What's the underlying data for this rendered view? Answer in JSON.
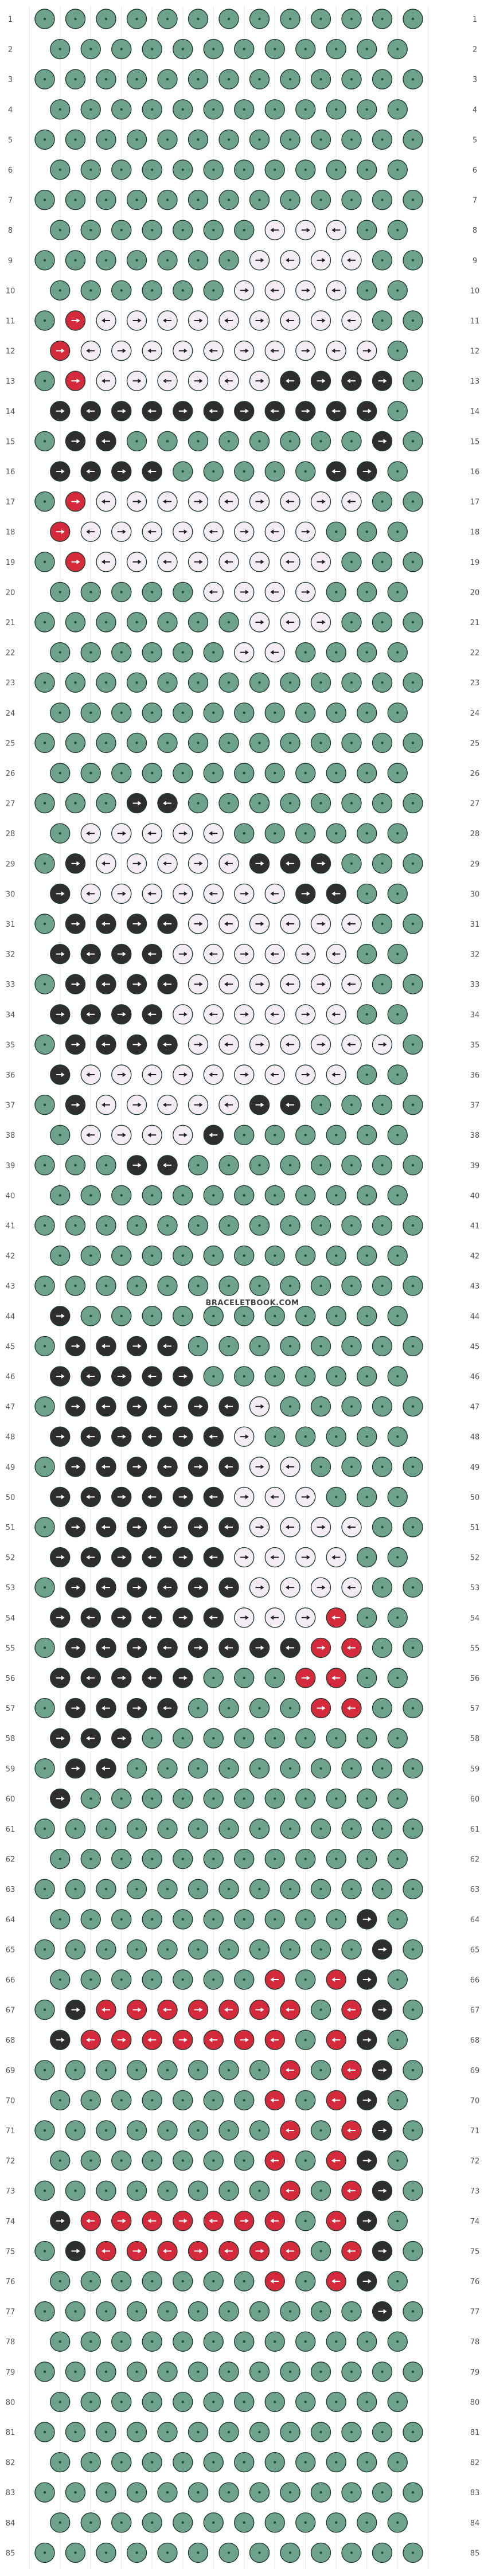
{
  "watermark": "BRACELETBOOK.COM",
  "row_count": 85,
  "colors": {
    "background": "#ffffff",
    "grid_line": "#cfcfcf",
    "A": "#6fa28c",
    "B": "#f4ecf5",
    "C": "#2e2e2e",
    "D": "#d42a3c",
    "knot_border": "#1f3a2e"
  },
  "strings": [
    "A",
    "A",
    "A",
    "A",
    "A",
    "A",
    "A",
    "A",
    "A",
    "A",
    "A",
    "A",
    "A",
    "A"
  ],
  "overlay": [
    {
      "row": 8,
      "from": 8,
      "to": 10,
      "color": "B"
    },
    {
      "row": 9,
      "from": 7,
      "to": 10,
      "color": "B"
    },
    {
      "row": 10,
      "from": 7,
      "to": 10,
      "color": "B"
    },
    {
      "row": 11,
      "from": 1,
      "to": 1,
      "color": "D"
    },
    {
      "row": 11,
      "from": 2,
      "to": 10,
      "color": "B"
    },
    {
      "row": 12,
      "from": 1,
      "to": 1,
      "color": "D"
    },
    {
      "row": 12,
      "from": 2,
      "to": 11,
      "color": "B"
    },
    {
      "row": 13,
      "from": 1,
      "to": 1,
      "color": "D"
    },
    {
      "row": 13,
      "from": 2,
      "to": 8,
      "color": "B"
    },
    {
      "row": 13,
      "from": 8,
      "to": 11,
      "color": "C"
    },
    {
      "row": 14,
      "from": 1,
      "to": 11,
      "color": "C"
    },
    {
      "row": 15,
      "from": 1,
      "to": 2,
      "color": "C"
    },
    {
      "row": 15,
      "from": 11,
      "to": 11,
      "color": "C"
    },
    {
      "row": 16,
      "from": 1,
      "to": 4,
      "color": "C"
    },
    {
      "row": 16,
      "from": 10,
      "to": 11,
      "color": "C"
    },
    {
      "row": 17,
      "from": 1,
      "to": 1,
      "color": "D"
    },
    {
      "row": 17,
      "from": 2,
      "to": 10,
      "color": "B"
    },
    {
      "row": 18,
      "from": 1,
      "to": 1,
      "color": "D"
    },
    {
      "row": 18,
      "from": 2,
      "to": 9,
      "color": "B"
    },
    {
      "row": 19,
      "from": 1,
      "to": 1,
      "color": "D"
    },
    {
      "row": 19,
      "from": 2,
      "to": 9,
      "color": "B"
    },
    {
      "row": 20,
      "from": 6,
      "to": 9,
      "color": "B"
    },
    {
      "row": 21,
      "from": 7,
      "to": 9,
      "color": "B"
    },
    {
      "row": 22,
      "from": 7,
      "to": 8,
      "color": "B"
    },
    {
      "row": 27,
      "from": 3,
      "to": 4,
      "color": "C"
    },
    {
      "row": 28,
      "from": 2,
      "to": 6,
      "color": "B"
    },
    {
      "row": 29,
      "from": 1,
      "to": 1,
      "color": "C"
    },
    {
      "row": 29,
      "from": 2,
      "to": 6,
      "color": "B"
    },
    {
      "row": 29,
      "from": 7,
      "to": 9,
      "color": "C"
    },
    {
      "row": 30,
      "from": 1,
      "to": 1,
      "color": "C"
    },
    {
      "row": 30,
      "from": 2,
      "to": 8,
      "color": "B"
    },
    {
      "row": 30,
      "from": 9,
      "to": 10,
      "color": "C"
    },
    {
      "row": 31,
      "from": 1,
      "to": 4,
      "color": "C"
    },
    {
      "row": 31,
      "from": 5,
      "to": 10,
      "color": "B"
    },
    {
      "row": 32,
      "from": 1,
      "to": 4,
      "color": "C"
    },
    {
      "row": 32,
      "from": 5,
      "to": 10,
      "color": "B"
    },
    {
      "row": 33,
      "from": 1,
      "to": 4,
      "color": "C"
    },
    {
      "row": 33,
      "from": 5,
      "to": 10,
      "color": "B"
    },
    {
      "row": 34,
      "from": 1,
      "to": 4,
      "color": "C"
    },
    {
      "row": 34,
      "from": 5,
      "to": 10,
      "color": "B"
    },
    {
      "row": 35,
      "from": 1,
      "to": 4,
      "color": "C"
    },
    {
      "row": 35,
      "from": 5,
      "to": 11,
      "color": "B"
    },
    {
      "row": 36,
      "from": 1,
      "to": 1,
      "color": "C"
    },
    {
      "row": 36,
      "from": 2,
      "to": 10,
      "color": "B"
    },
    {
      "row": 37,
      "from": 1,
      "to": 1,
      "color": "C"
    },
    {
      "row": 37,
      "from": 2,
      "to": 6,
      "color": "B"
    },
    {
      "row": 37,
      "from": 7,
      "to": 8,
      "color": "C"
    },
    {
      "row": 38,
      "from": 2,
      "to": 5,
      "color": "B"
    },
    {
      "row": 38,
      "from": 6,
      "to": 6,
      "color": "C"
    },
    {
      "row": 39,
      "from": 3,
      "to": 4,
      "color": "C"
    },
    {
      "row": 44,
      "from": 1,
      "to": 1,
      "color": "C"
    },
    {
      "row": 45,
      "from": 1,
      "to": 4,
      "color": "C"
    },
    {
      "row": 46,
      "from": 1,
      "to": 5,
      "color": "C"
    },
    {
      "row": 47,
      "from": 1,
      "to": 6,
      "color": "C"
    },
    {
      "row": 47,
      "from": 7,
      "to": 7,
      "color": "B"
    },
    {
      "row": 48,
      "from": 1,
      "to": 6,
      "color": "C"
    },
    {
      "row": 48,
      "from": 7,
      "to": 7,
      "color": "B"
    },
    {
      "row": 49,
      "from": 1,
      "to": 6,
      "color": "C"
    },
    {
      "row": 49,
      "from": 7,
      "to": 8,
      "color": "B"
    },
    {
      "row": 50,
      "from": 1,
      "to": 6,
      "color": "C"
    },
    {
      "row": 50,
      "from": 7,
      "to": 9,
      "color": "B"
    },
    {
      "row": 51,
      "from": 1,
      "to": 6,
      "color": "C"
    },
    {
      "row": 51,
      "from": 7,
      "to": 10,
      "color": "B"
    },
    {
      "row": 52,
      "from": 1,
      "to": 6,
      "color": "C"
    },
    {
      "row": 52,
      "from": 7,
      "to": 10,
      "color": "B"
    },
    {
      "row": 53,
      "from": 1,
      "to": 6,
      "color": "C"
    },
    {
      "row": 53,
      "from": 7,
      "to": 10,
      "color": "B"
    },
    {
      "row": 54,
      "from": 1,
      "to": 6,
      "color": "C"
    },
    {
      "row": 54,
      "from": 7,
      "to": 9,
      "color": "B"
    },
    {
      "row": 54,
      "from": 10,
      "to": 10,
      "color": "D"
    },
    {
      "row": 55,
      "from": 1,
      "to": 7,
      "color": "C"
    },
    {
      "row": 55,
      "from": 8,
      "to": 8,
      "color": "C"
    },
    {
      "row": 55,
      "from": 9,
      "to": 10,
      "color": "D"
    },
    {
      "row": 56,
      "from": 1,
      "to": 5,
      "color": "C"
    },
    {
      "row": 56,
      "from": 9,
      "to": 10,
      "color": "D"
    },
    {
      "row": 57,
      "from": 1,
      "to": 4,
      "color": "C"
    },
    {
      "row": 57,
      "from": 9,
      "to": 10,
      "color": "D"
    },
    {
      "row": 58,
      "from": 1,
      "to": 3,
      "color": "C"
    },
    {
      "row": 59,
      "from": 1,
      "to": 2,
      "color": "C"
    },
    {
      "row": 60,
      "from": 1,
      "to": 1,
      "color": "C"
    },
    {
      "row": 64,
      "from": 11,
      "to": 11,
      "color": "C"
    },
    {
      "row": 65,
      "from": 11,
      "to": 11,
      "color": "C"
    },
    {
      "row": 66,
      "from": 8,
      "to": 8,
      "color": "D"
    },
    {
      "row": 66,
      "from": 10,
      "to": 10,
      "color": "D"
    },
    {
      "row": 66,
      "from": 11,
      "to": 11,
      "color": "C"
    },
    {
      "row": 67,
      "from": 1,
      "to": 1,
      "color": "C"
    },
    {
      "row": 67,
      "from": 2,
      "to": 8,
      "color": "D"
    },
    {
      "row": 67,
      "from": 10,
      "to": 10,
      "color": "D"
    },
    {
      "row": 67,
      "from": 11,
      "to": 11,
      "color": "C"
    },
    {
      "row": 68,
      "from": 1,
      "to": 1,
      "color": "C"
    },
    {
      "row": 68,
      "from": 2,
      "to": 8,
      "color": "D"
    },
    {
      "row": 68,
      "from": 10,
      "to": 10,
      "color": "D"
    },
    {
      "row": 68,
      "from": 11,
      "to": 11,
      "color": "C"
    },
    {
      "row": 69,
      "from": 8,
      "to": 8,
      "color": "D"
    },
    {
      "row": 69,
      "from": 10,
      "to": 10,
      "color": "D"
    },
    {
      "row": 69,
      "from": 11,
      "to": 11,
      "color": "C"
    },
    {
      "row": 70,
      "from": 8,
      "to": 8,
      "color": "D"
    },
    {
      "row": 70,
      "from": 10,
      "to": 10,
      "color": "D"
    },
    {
      "row": 70,
      "from": 11,
      "to": 11,
      "color": "C"
    },
    {
      "row": 71,
      "from": 8,
      "to": 8,
      "color": "D"
    },
    {
      "row": 71,
      "from": 10,
      "to": 10,
      "color": "D"
    },
    {
      "row": 71,
      "from": 11,
      "to": 11,
      "color": "C"
    },
    {
      "row": 72,
      "from": 8,
      "to": 8,
      "color": "D"
    },
    {
      "row": 72,
      "from": 10,
      "to": 10,
      "color": "D"
    },
    {
      "row": 72,
      "from": 11,
      "to": 11,
      "color": "C"
    },
    {
      "row": 73,
      "from": 8,
      "to": 8,
      "color": "D"
    },
    {
      "row": 73,
      "from": 10,
      "to": 10,
      "color": "D"
    },
    {
      "row": 73,
      "from": 11,
      "to": 11,
      "color": "C"
    },
    {
      "row": 74,
      "from": 1,
      "to": 1,
      "color": "C"
    },
    {
      "row": 74,
      "from": 2,
      "to": 8,
      "color": "D"
    },
    {
      "row": 74,
      "from": 10,
      "to": 10,
      "color": "D"
    },
    {
      "row": 74,
      "from": 11,
      "to": 11,
      "color": "C"
    },
    {
      "row": 75,
      "from": 1,
      "to": 1,
      "color": "C"
    },
    {
      "row": 75,
      "from": 2,
      "to": 8,
      "color": "D"
    },
    {
      "row": 75,
      "from": 10,
      "to": 10,
      "color": "D"
    },
    {
      "row": 75,
      "from": 11,
      "to": 11,
      "color": "C"
    },
    {
      "row": 76,
      "from": 8,
      "to": 8,
      "color": "D"
    },
    {
      "row": 76,
      "from": 10,
      "to": 10,
      "color": "D"
    },
    {
      "row": 76,
      "from": 11,
      "to": 11,
      "color": "C"
    },
    {
      "row": 77,
      "from": 11,
      "to": 11,
      "color": "C"
    }
  ]
}
